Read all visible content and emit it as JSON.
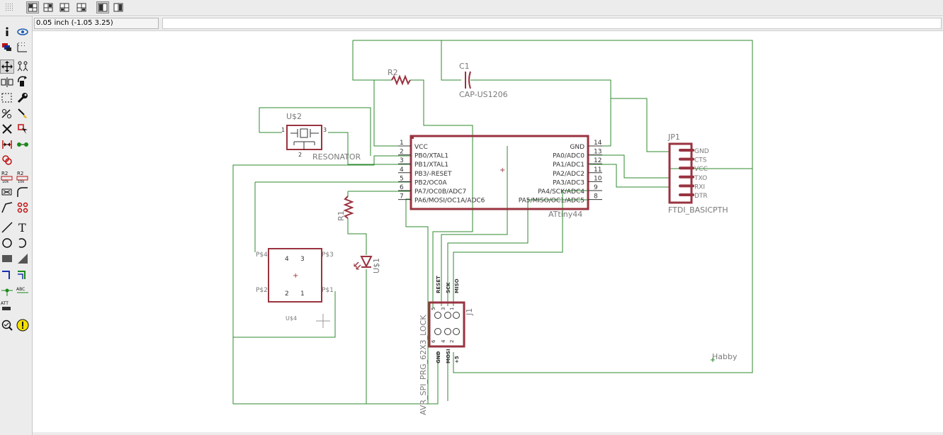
{
  "toolbar": {
    "buttons": [
      {
        "icon": "grid-icon"
      },
      {
        "icon": "layout-icon-1",
        "pressed": true
      },
      {
        "icon": "layout-icon-2"
      },
      {
        "icon": "layout-icon-3"
      },
      {
        "icon": "layout-icon-4"
      },
      {
        "icon": "layout-icon-5",
        "pressed": true
      },
      {
        "icon": "layout-icon-6"
      }
    ]
  },
  "coordinate_display": "0.05 inch (-1.05 3.25)",
  "command_line": {
    "value": ""
  },
  "tools": [
    "info-icon",
    "eye-icon",
    "layers-icon",
    "grid-dots-icon",
    "move-icon",
    "group-icon",
    "mirror-icon",
    "rotate-icon",
    "select-rect-icon",
    "wrench-icon",
    "split-icon",
    "brush-icon",
    "delete-icon",
    "add-part-icon",
    "mirror-h-icon",
    "pinswap-icon",
    "copy-icon",
    "paste-icon",
    "name-icon",
    "value-icon",
    "smash-icon",
    "miter-icon",
    "split-wire-icon",
    "optimize-icon",
    "line-icon",
    "text-icon",
    "circle-icon",
    "arc-icon",
    "rect-icon",
    "polygon-icon",
    "net-icon",
    "bus-icon",
    "junction-icon",
    "label-icon",
    "attribute-icon",
    "erc-icon",
    "warning-icon"
  ],
  "schematic": {
    "colors": {
      "wire": "#2f8a2f",
      "part": "#9a3340",
      "text": "#7a7a7a",
      "pin": "#333333"
    },
    "parts": {
      "r2": {
        "name": "R2"
      },
      "c1": {
        "name": "C1",
        "value": "CAP-US1206"
      },
      "u2": {
        "name": "U$2",
        "value": "RESONATOR",
        "pins": [
          "1",
          "3",
          "2"
        ]
      },
      "ic": {
        "value": "ATtiny44",
        "left_pins": [
          {
            "num": "1",
            "name": "VCC"
          },
          {
            "num": "2",
            "name": "PB0/XTAL1"
          },
          {
            "num": "3",
            "name": "PB1/XTAL1"
          },
          {
            "num": "4",
            "name": "PB3/-RESET"
          },
          {
            "num": "5",
            "name": "PB2/OC0A"
          },
          {
            "num": "6",
            "name": "PA7/OC0B/ADC7"
          },
          {
            "num": "7",
            "name": "PA6/MOSI/OC1A/ADC6"
          }
        ],
        "right_pins": [
          {
            "num": "14",
            "name": "GND"
          },
          {
            "num": "13",
            "name": "PA0/ADC0"
          },
          {
            "num": "12",
            "name": "PA1/ADC1"
          },
          {
            "num": "11",
            "name": "PA2/ADC2"
          },
          {
            "num": "10",
            "name": "PA3/ADC3"
          },
          {
            "num": "9",
            "name": "PA4/SCK/ADC4"
          },
          {
            "num": "8",
            "name": "PA5/MISO/OC1/ADC5"
          }
        ]
      },
      "jp1": {
        "name": "JP1",
        "value": "FTDI_BASICPTH",
        "pins": [
          "GND",
          "CTS",
          "VCC",
          "TXO",
          "RXI",
          "DTR"
        ]
      },
      "r1": {
        "name": "R1"
      },
      "led": {
        "name": "U$1"
      },
      "u4": {
        "name": "U$4",
        "pin_labels": [
          "P$4",
          "P$3",
          "P$2",
          "P$1"
        ],
        "pin_nums": [
          "4",
          "3",
          "2",
          "1"
        ]
      },
      "j1": {
        "name": "J1",
        "value": "AVR_SPI_PRG_62X3_LOCK",
        "top_labels": [
          "RESET",
          "SCK",
          "MISO"
        ],
        "bottom_labels": [
          "GND",
          "MOSI",
          "+5"
        ],
        "top_nums": [
          "5",
          "3",
          "1"
        ],
        "bottom_nums": [
          "6",
          "4",
          "2"
        ]
      }
    },
    "label": "Habby"
  }
}
